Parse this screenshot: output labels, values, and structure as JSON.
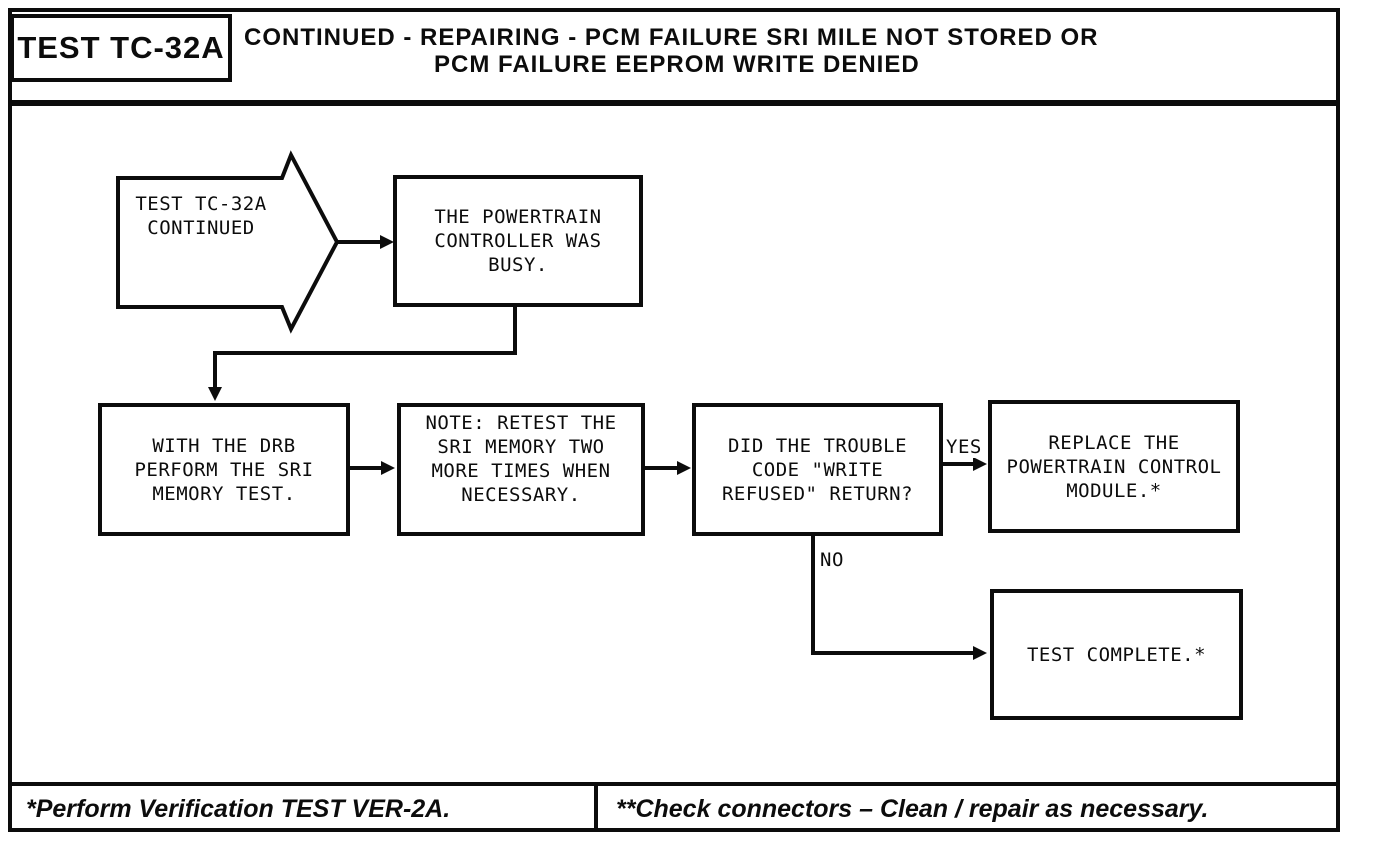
{
  "header": {
    "test_label": "TEST TC-32A",
    "title_line1": "CONTINUED - REPAIRING - PCM FAILURE SRI MILE NOT STORED OR",
    "title_line2": "PCM FAILURE EEPROM WRITE DENIED"
  },
  "flowchart": {
    "start_arrow": "TEST TC-32A\nCONTINUED",
    "busy_box": "THE POWERTRAIN\nCONTROLLER WAS\nBUSY.",
    "drb_box": "WITH THE DRB\nPERFORM THE SRI\nMEMORY TEST.",
    "note_box": "NOTE: RETEST THE\nSRI MEMORY TWO\nMORE TIMES WHEN\nNECESSARY.",
    "trouble_box": "DID THE TROUBLE\nCODE \"WRITE\nREFUSED\" RETURN?",
    "replace_box": "REPLACE THE\nPOWERTRAIN CONTROL\nMODULE.*",
    "complete_box": "TEST COMPLETE.*",
    "yes_label": "YES",
    "no_label": "NO"
  },
  "footer": {
    "note1": "*Perform Verification TEST VER-2A.",
    "note2": "**Check connectors – Clean / repair as necessary."
  }
}
